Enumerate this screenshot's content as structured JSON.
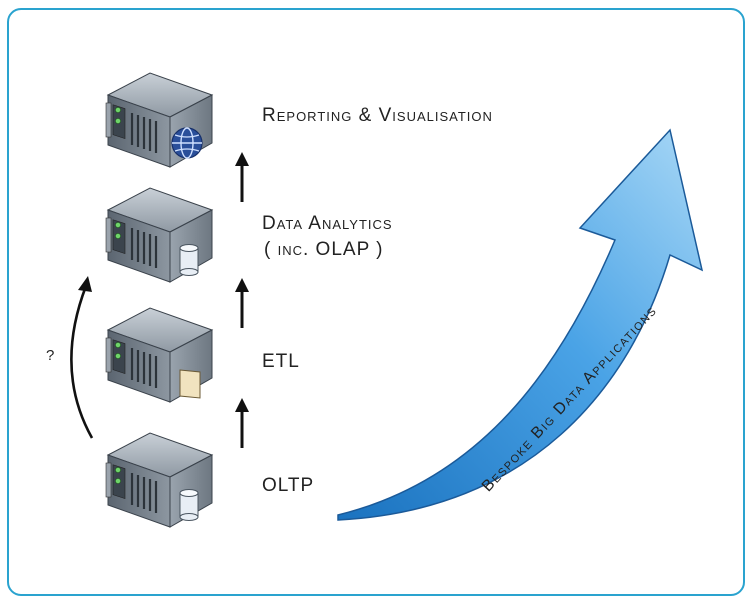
{
  "layers": [
    {
      "name": "reporting",
      "label": "Reporting & Visualisation",
      "badge": "globe-icon"
    },
    {
      "name": "analytics",
      "label_line1": "Data Analytics",
      "label_line2": "( inc. OLAP )",
      "badge": "database-icon"
    },
    {
      "name": "etl",
      "label": "ETL",
      "badge": "document-icon"
    },
    {
      "name": "oltp",
      "label": "OLTP",
      "badge": "database-icon"
    }
  ],
  "side_arrow": {
    "label": "?"
  },
  "big_arrow": {
    "label": "Bespoke Big Data Applications",
    "color": "#3a9ad9"
  },
  "colors": {
    "frame": "#2aa3cf",
    "server_dark": "#3d4651",
    "server_light": "#aab4bf",
    "text": "#222222"
  }
}
